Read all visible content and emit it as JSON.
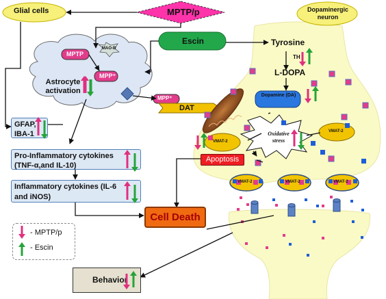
{
  "labels": {
    "glial_cells": "Glial cells",
    "mptp_p": "MPTP/p",
    "dopaminergic_neuron": "Dopaminergic neuron",
    "escin": "Escin",
    "mptp": "MPTP",
    "mao_b": "MAO-B",
    "mpp_plus": "MPP⁺",
    "astrocyte_activation": "Astrocyte activation",
    "tyrosine": "Tyrosine",
    "th": "TH",
    "l_dopa": "L-DOPA",
    "dopamine": "Dopamine (DA)",
    "mpp_plus_dat": "MPP⁺",
    "dat": "DAT",
    "gfap_iba1": "GFAP, IBA-1",
    "vmat2": "VMAT-2",
    "oxidative_stress": "Oxidative stress",
    "pro_inflammatory": "Pro-Inflammatory cytokines (TNF-α,and IL-10)",
    "apoptosis": "Apoptosis",
    "inflammatory": "Inflammatory cytokines (IL-6 and iNOS)",
    "cell_death": "Cell Death",
    "behavior": "Behavior"
  },
  "legend": {
    "mptp_label": "- MPTP/p",
    "escin_label": "- Escin"
  },
  "colors": {
    "mptp_arrow": "#e0307f",
    "escin_arrow": "#27a33a",
    "neuron_fill": "#fafac6",
    "glial_fill": "#f7f07a",
    "diamond_fill": "#ff33aa",
    "escin_fill": "#22a84a",
    "mptp_pill": "#e23c8c",
    "dopamine_fill": "#2a77e0",
    "dat_fill": "#f2c200",
    "vmat_fill": "#f2c400",
    "apoptosis_fill": "#ef1f24",
    "cell_death_fill": "#f06a12",
    "behavior_fill": "#e5e0cf",
    "blue_box_fill": "#dde8f5"
  }
}
